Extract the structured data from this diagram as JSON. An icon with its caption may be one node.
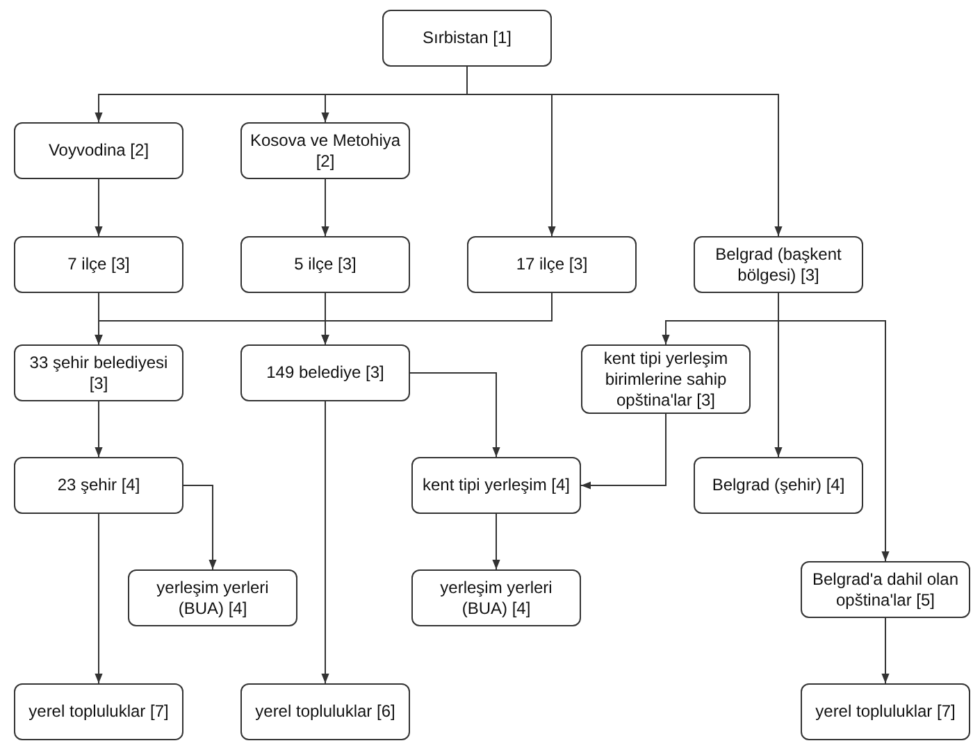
{
  "diagram": {
    "nodes": [
      {
        "text": [
          "Sırbistan [1]"
        ]
      },
      {
        "text": [
          "Voyvodina [2]"
        ]
      },
      {
        "text": [
          "Kosova ve Metohiya [2]"
        ]
      },
      {
        "text": [
          "7 ilçe [3]"
        ]
      },
      {
        "text": [
          "5 ilçe [3]"
        ]
      },
      {
        "text": [
          "17 ilçe [3]"
        ]
      },
      {
        "text": [
          "Belgrad (başkent bölgesi) [3]"
        ]
      },
      {
        "text": [
          "33 şehir belediyesi [3]"
        ]
      },
      {
        "text": [
          "149 belediye [3]"
        ]
      },
      {
        "text": [
          "kent tipi yerleşim birimlerine sahip opština'lar [3]"
        ]
      },
      {
        "text": [
          "23 şehir [4]"
        ]
      },
      {
        "text": [
          "kent tipi yerleşim [4]"
        ]
      },
      {
        "text": [
          "Belgrad (şehir) [4]"
        ]
      },
      {
        "text": [
          "yerleşim yerleri (BUA) [4]"
        ]
      },
      {
        "text": [
          "yerleşim yerleri (BUA) [4]"
        ]
      },
      {
        "text": [
          "Belgrad'a dahil olan opština'lar [5]"
        ]
      },
      {
        "text": [
          "yerel topluluklar [7]"
        ]
      },
      {
        "text": [
          "yerel topluluklar [6]"
        ]
      },
      {
        "text": [
          "yerel topluluklar [7]"
        ]
      }
    ],
    "edges": [
      {
        "from": 0,
        "to": 1,
        "arrow": "to"
      },
      {
        "from": 0,
        "to": 2,
        "arrow": "to"
      },
      {
        "from": 0,
        "to": 5,
        "arrow": "to"
      },
      {
        "from": 0,
        "to": 6,
        "arrow": "to"
      },
      {
        "from": 1,
        "to": 3,
        "arrow": "to"
      },
      {
        "from": 2,
        "to": 4,
        "arrow": "to"
      },
      {
        "from": 3,
        "to": 7,
        "arrow": "to"
      },
      {
        "from": 3,
        "to": 8,
        "arrow": "to"
      },
      {
        "from": 4,
        "to": 7,
        "arrow": "to"
      },
      {
        "from": 4,
        "to": 8,
        "arrow": "to"
      },
      {
        "from": 5,
        "to": 7,
        "arrow": "to"
      },
      {
        "from": 5,
        "to": 8,
        "arrow": "to"
      },
      {
        "from": 6,
        "to": 9,
        "arrow": "to"
      },
      {
        "from": 6,
        "to": 12,
        "arrow": "to"
      },
      {
        "from": 6,
        "to": 15,
        "arrow": "to"
      },
      {
        "from": 7,
        "to": 10,
        "arrow": "to"
      },
      {
        "from": 10,
        "to": 13,
        "arrow": "to"
      },
      {
        "from": 10,
        "to": 16,
        "arrow": "to"
      },
      {
        "from": 8,
        "to": 11,
        "arrow": "to"
      },
      {
        "from": 8,
        "to": 17,
        "arrow": "to"
      },
      {
        "from": 9,
        "to": 11,
        "arrow": "to"
      },
      {
        "from": 11,
        "to": 14,
        "arrow": "to"
      },
      {
        "from": 15,
        "to": 18,
        "arrow": "to"
      }
    ]
  }
}
